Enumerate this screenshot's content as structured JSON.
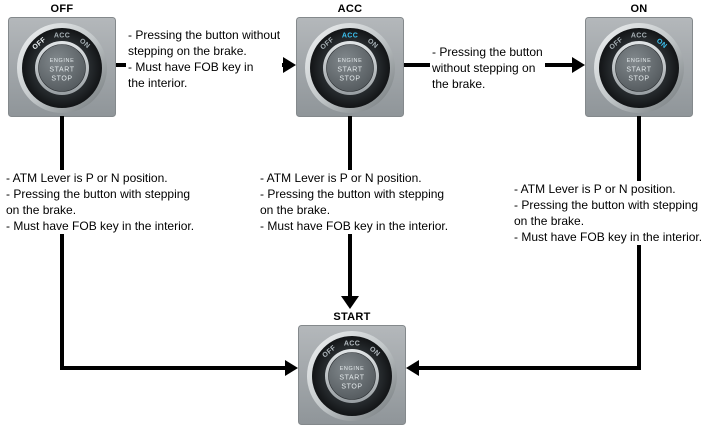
{
  "diagram": {
    "dial": {
      "ring_labels": [
        "OFF",
        "ACC",
        "ON"
      ],
      "center_lines": [
        "ENGINE",
        "START",
        "STOP"
      ]
    },
    "nodes": [
      {
        "title": "OFF",
        "label_colors": [
          "#eef4f6",
          "#a7b1b6",
          "#a7b1b6"
        ]
      },
      {
        "title": "ACC",
        "label_colors": [
          "#a7b1b6",
          "#3cc3f2",
          "#a7b1b6"
        ]
      },
      {
        "title": "ON",
        "label_colors": [
          "#a7b1b6",
          "#a7b1b6",
          "#3cc3f2"
        ]
      },
      {
        "title": "START",
        "label_colors": [
          "#b3bbc0",
          "#b3bbc0",
          "#b3bbc0"
        ]
      }
    ],
    "edges": {
      "off_to_acc": [
        "- Pressing the button without",
        "stepping on the brake.",
        "- Must have FOB key in",
        "the interior."
      ],
      "acc_to_on": [
        "- Pressing the button",
        "without stepping on",
        "the brake."
      ],
      "off_to_start": [
        "- ATM Lever is P or N position.",
        "- Pressing the button with stepping",
        "on the brake.",
        "- Must have FOB key in the interior."
      ],
      "acc_to_start": [
        "- ATM Lever is P or N position.",
        "- Pressing the button with stepping",
        "on the brake.",
        "- Must have FOB key in the interior."
      ],
      "on_to_start": [
        "- ATM Lever is P or N position.",
        "- Pressing the button with stepping",
        "on the brake.",
        "- Must have FOB key in the interior."
      ]
    },
    "colors": {
      "arrow": "#000000",
      "highlight_blue": "#3cc3f2",
      "photo_gray": "#9aa0a4"
    }
  }
}
